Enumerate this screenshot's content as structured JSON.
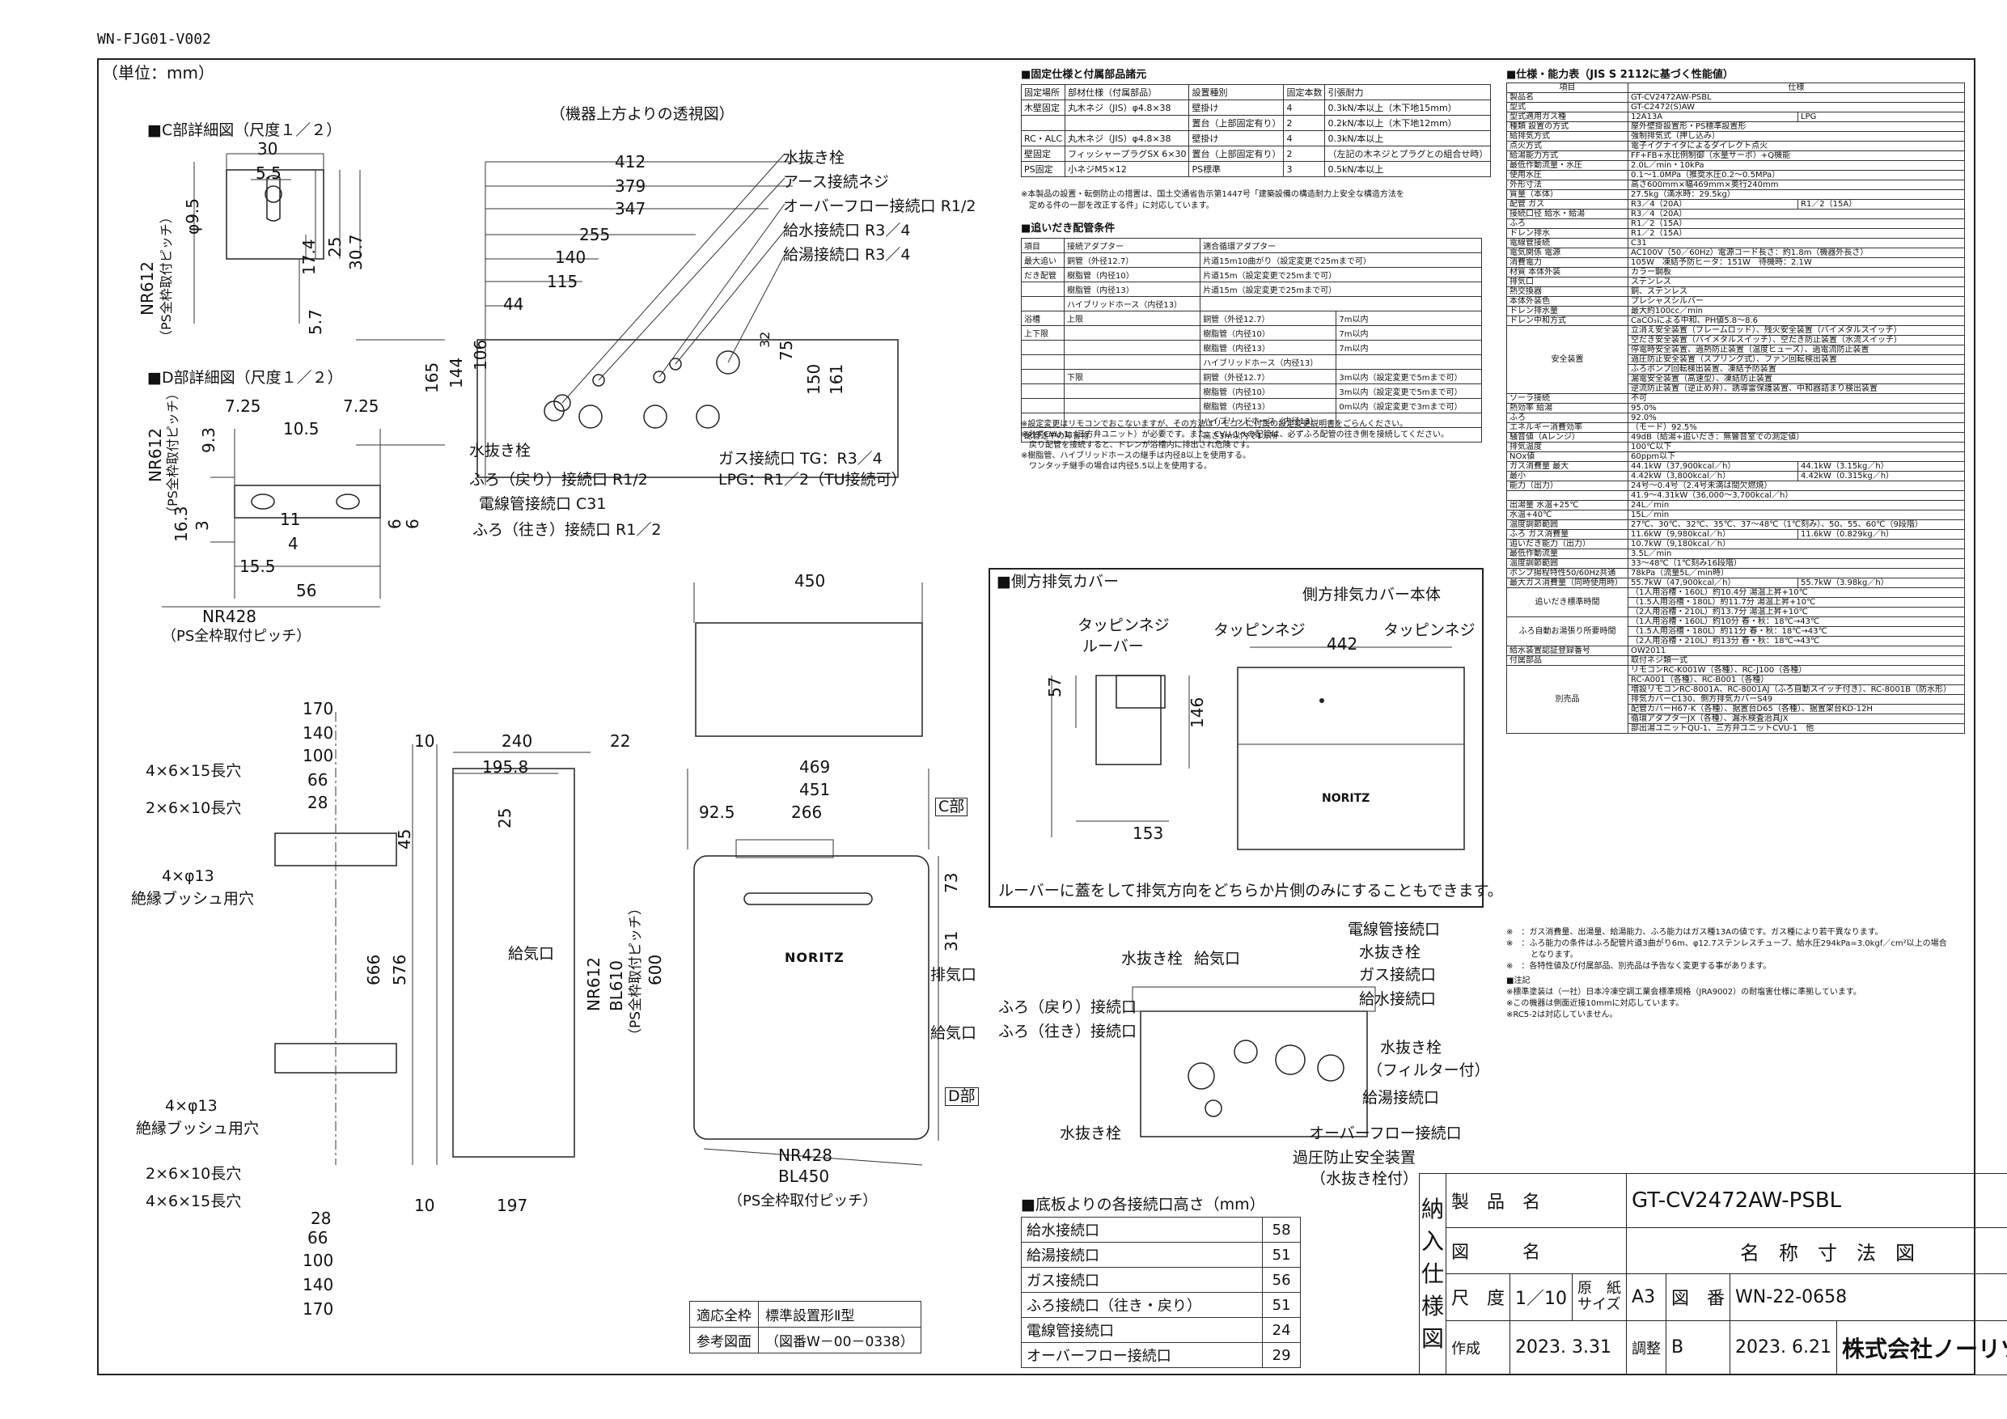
{
  "doc_code": "WN-FJG01-V002",
  "unit_note": "（単位：mm）",
  "perspective_title": "（機器上方よりの透視図）",
  "c_detail": {
    "title": "■C部詳細図（尺度１／２）",
    "dims": [
      "30",
      "5.5",
      "φ9.5",
      "17.4",
      "25",
      "30.7",
      "5.7"
    ],
    "pitch": "NR612",
    "pitch_note": "（PS全枠取付ピッチ）"
  },
  "d_detail": {
    "title": "■D部詳細図（尺度１／２）",
    "dims": [
      "7.25",
      "7.25",
      "10.5",
      "9.3",
      "16.3",
      "3",
      "11",
      "4",
      "15.5",
      "6",
      "6",
      "56"
    ],
    "pitch": "NR612",
    "pitch_note": "（PS全枠取付ピッチ）",
    "bottom_pitch": "NR428",
    "bottom_note": "（PS全枠取付ピッチ）"
  },
  "top_view": {
    "dims_h": [
      "412",
      "379",
      "347",
      "255",
      "140",
      "115",
      "44"
    ],
    "dims_v": [
      "165",
      "144",
      "106",
      "32",
      "75",
      "150",
      "161"
    ],
    "labels": [
      "水抜き栓",
      "アース接続ネジ",
      "オーバーフロー接続口 R1/2",
      "給水接続口 R3／4",
      "給湯接続口 R3／4",
      "水抜き栓",
      "ふろ（戻り）接続口 R1/2",
      "電線管接続口 C31",
      "ふろ（往き）接続口 R1／2",
      "ガス接続口 TG：R3／4",
      "LPG：R1／2（TU接続可）"
    ]
  },
  "front": {
    "dims": [
      "450",
      "469",
      "451",
      "92.5",
      "266",
      "73",
      "31",
      "600"
    ],
    "labels": [
      "C部",
      "排気口",
      "給気口",
      "D部"
    ],
    "brand": "NORITZ",
    "bottom_pitch_a": "NR428",
    "bottom_pitch_b": "BL450",
    "bottom_note": "（PS全枠取付ピッチ）"
  },
  "side": {
    "dims_top": [
      "10",
      "240",
      "22",
      "195.8",
      "25",
      "45"
    ],
    "dims_v": [
      "666",
      "576"
    ],
    "pitch_a": "NR612",
    "pitch_b": "BL610",
    "pitch_note": "（PS全枠取付ピッチ）",
    "label": "給気口",
    "dims_bottom": [
      "10",
      "197"
    ]
  },
  "bracket": {
    "dims_top": [
      "170",
      "140",
      "100",
      "66",
      "28"
    ],
    "labels_top": [
      "4×6×15長穴",
      "2×6×10長穴",
      "4×φ13",
      "絶縁ブッシュ用穴"
    ],
    "labels_bottom": [
      "4×φ13",
      "絶縁ブッシュ用穴",
      "2×6×10長穴",
      "4×6×15長穴"
    ],
    "dims_bottom": [
      "28",
      "66",
      "100",
      "140",
      "170"
    ]
  },
  "fixing": {
    "title": "■固定仕様と付属部品諸元",
    "headers": [
      "固定場所",
      "部材仕様（付属部品）",
      "設置種別",
      "固定本数",
      "引張耐力"
    ],
    "rows": [
      [
        "木壁固定",
        "丸木ネジ（JIS）φ4.8×38",
        "壁掛け",
        "4",
        "0.3kN/本以上（木下地15mm）"
      ],
      [
        "",
        "",
        "置台（上部固定有り）",
        "2",
        "0.2kN/本以上（木下地12mm）"
      ],
      [
        "RC・ALC",
        "丸木ネジ（JIS）φ4.8×38",
        "壁掛け",
        "4",
        "0.3kN/本以上"
      ],
      [
        "壁固定",
        "フィッシャープラグSX 6×30",
        "置台（上部固定有り）",
        "2",
        "（左記の木ネジとプラグとの組合せ時）"
      ],
      [
        "PS固定",
        "小ネジM5×12",
        "PS標準",
        "3",
        "0.5kN/本以上"
      ]
    ],
    "note1": "※本製品の設置・転倒防止の措置は、国土交通省告示第1447号「建築設備の構造耐力上安全な構造方法を",
    "note2": "定める件の一部を改正する件」に対応しています。"
  },
  "oidaki": {
    "title": "■追いだき配管条件",
    "headers": [
      "項目",
      "接続アダプター",
      "適合循環アダプター"
    ],
    "rows": [
      [
        "最大追い",
        "銅管（外径12.7）",
        "片道15m10曲がり（設定変更で25mまで可）"
      ],
      [
        "だき配管",
        "樹脂管（内径10）",
        "片道15m（設定変更で25mまで可）"
      ],
      [
        "",
        "樹脂管（内径13）",
        "片道15m（設定変更で25mまで可）"
      ],
      [
        "",
        "ハイブリッドホース（内径13）",
        ""
      ],
      [
        "浴槽",
        "上限",
        "銅管（外径12.7）",
        "7m以内"
      ],
      [
        "上下限",
        "",
        "樹脂管（内径10）",
        "7m以内"
      ],
      [
        "",
        "",
        "樹脂管（内径13）",
        "7m以内"
      ],
      [
        "",
        "",
        "ハイブリッドホース（内径13）",
        ""
      ],
      [
        "",
        "下限",
        "銅管（外径12.7）",
        "3m以内（設定変更で5mまで可）"
      ],
      [
        "",
        "",
        "樹脂管（内径10）",
        "3m以内（設定変更で5mまで可）"
      ],
      [
        "",
        "",
        "樹脂管（内径13）",
        "0m以内（設定変更で3mまで可）"
      ],
      [
        "",
        "",
        "ハイブリッドホース（内径13）",
        ""
      ],
      [
        "配管途中の障害物",
        "",
        "高さ3m以内で1ヵ所"
      ]
    ],
    "notes": [
      "※設定変更はリモコンでおこないますが、その方法はリモコンに付属の設定変更説明書をごらんください。",
      "※必ずCVU-1（三方弁ユニット）が必要です。また、CVU-1への配管は、必ずふろ配管の往き側を接続してください。",
      "　戻り配管を接続すると、ドレンが浴槽内に排出され危険です。",
      "※樹脂管、ハイブリッドホースの継手は内径8以上を使用する。",
      "　ワンタッチ継手の場合は内径5.5以上を使用する。"
    ]
  },
  "exhaust": {
    "title": "■側方排気カバー",
    "labels": [
      "タッピンネジ",
      "ルーバー",
      "タッピンネジ",
      "側方排気カバー本体",
      "タッピンネジ"
    ],
    "dims": [
      "57",
      "146",
      "153",
      "442"
    ],
    "brand": "NORITZ",
    "caption": "ルーバーに蓋をして排気方向をどちらか片側のみにすることもできます。"
  },
  "bottom_view": {
    "labels_left": [
      "水抜き栓",
      "給気口",
      "ふろ（戻り）接続口",
      "ふろ（往き）接続口",
      "水抜き栓"
    ],
    "labels_right": [
      "電線管接続口",
      "水抜き栓",
      "ガス接続口",
      "給水接続口",
      "水抜き栓",
      "（フィルター付）",
      "給湯接続口",
      "オーバーフロー接続口",
      "過圧防止安全装置",
      "（水抜き栓付）"
    ]
  },
  "heights": {
    "title": "■底板よりの各接続口高さ（mm）",
    "rows": [
      [
        "給水接続口",
        "58"
      ],
      [
        "給湯接続口",
        "51"
      ],
      [
        "ガス接続口",
        "56"
      ],
      [
        "ふろ接続口（往き・戻り）",
        "51"
      ],
      [
        "電線管接続口",
        "24"
      ],
      [
        "オーバーフロー接続口",
        "29"
      ]
    ]
  },
  "reference": {
    "rows": [
      [
        "適応全枠",
        "標準設置形Ⅱ型"
      ],
      [
        "参考図面",
        "（図番W－00－0338）"
      ]
    ]
  },
  "spec": {
    "title": "■仕様・能力表（JIS S 2112に基づく性能値）",
    "header": [
      "項目",
      "仕様"
    ],
    "rows": [
      [
        "製品名",
        "GT-CV2472AW-PSBL"
      ],
      [
        "型式",
        "GT-C2472(S)AW"
      ],
      [
        "型式適用ガス種",
        "12A13A",
        "LPG"
      ],
      [
        "種類 設置の方式",
        "屋外壁掛設置形・PS標準設置形"
      ],
      [
        "給排気方式",
        "強制排気式（押し込み）"
      ],
      [
        "点火方式",
        "電子イグナイタによるダイレクト点火"
      ],
      [
        "給湯能力方式",
        "FF+FB+水比例制御（水量サーボ）+Q機能"
      ],
      [
        "最低作動流量・水圧",
        "2.0L／min・10kPa"
      ],
      [
        "使用水圧",
        "0.1〜1.0MPa（推奨水圧0.2〜0.5MPa）"
      ],
      [
        "外形寸法",
        "高さ600mm×幅469mm×奥行240mm"
      ],
      [
        "質量（本体）",
        "27.5kg（満水時：29.5kg）"
      ],
      [
        "配管 ガス",
        "R3／4（20A）",
        "R1／2（15A）"
      ],
      [
        "接続口径 給水・給湯",
        "R3／4（20A）"
      ],
      [
        "ふろ",
        "R1／2（15A）"
      ],
      [
        "ドレン排水",
        "R1／2（15A）"
      ],
      [
        "電線管接続",
        "C31"
      ],
      [
        "電気関係 電源",
        "AC100V（50／60Hz）電源コード長さ：約1.8m（機器外長さ）"
      ],
      [
        "消費電力",
        "105W　凍結予防ヒータ：151W　待機時：2.1W"
      ],
      [
        "材質 本体外装",
        "カラー鋼板"
      ],
      [
        "排気口",
        "ステンレス"
      ],
      [
        "熱交換器",
        "銅、ステンレス"
      ],
      [
        "本体外装色",
        "プレシャスシルバー"
      ],
      [
        "ドレン排水量",
        "最大約100cc／min"
      ],
      [
        "ドレン中和方式",
        "CaCO₃による中和、PH値5.8〜8.6"
      ]
    ],
    "safety_label": "安全装置",
    "safety": [
      "立消え安全装置（フレームロッド）、残火安全装置（バイメタルスイッチ）",
      "空だき安全装置（バイメタルスイッチ）、空だき防止装置（水流スイッチ）",
      "停電時安全装置、過熱防止装置（温度ヒューズ）、過電流防止装置",
      "過圧防止安全装置（スプリング式）、ファン回転検出装置",
      "ふろポンプ回転検出装置、凍結予防装置",
      "漏電安全装置（高速型）、凍結防止装置",
      "逆流防止装置（逆止め弁）、誘導雷保護装置、中和器詰まり検出装置"
    ],
    "rows2": [
      [
        "ソーラ接続",
        "不可"
      ],
      [
        "熱効率 給湯",
        "95.0%"
      ],
      [
        "ふろ",
        "92.0%"
      ],
      [
        "エネルギー消費効率",
        "（モード）92.5%"
      ],
      [
        "騒音値（Aレンジ）",
        "49dB（給湯+追いだき：無響音室での測定値）"
      ],
      [
        "排気温度",
        "100℃以下"
      ],
      [
        "NOx値",
        "60ppm以下"
      ],
      [
        "ガス消費量 最大",
        "44.1kW（37,900kcal／h）",
        "44.1kW（3.15kg／h）"
      ],
      [
        "最小",
        "4.42kW（3,800kcal／h）",
        "4.42kW（0.315kg／h）"
      ],
      [
        "能力（出力）",
        "24号〜0.4号（2.4号未満は間欠燃焼）"
      ],
      [
        "",
        "41.9〜4.31kW（36,000〜3,700kcal／h）"
      ],
      [
        "出湯量 水温+25℃",
        "24L／min"
      ],
      [
        "水温+40℃",
        "15L／min"
      ],
      [
        "温度調節範囲",
        "27℃、30℃、32℃、35℃、37〜48℃（1℃刻み）、50、55、60℃（9段階）"
      ],
      [
        "ふろ ガス消費量",
        "11.6kW（9,980kcal／h）",
        "11.6kW（0.829kg／h）"
      ],
      [
        "追いだき能力（出力）",
        "10.7kW（9,180kcal／h）"
      ],
      [
        "最低作動流量",
        "3.5L／min"
      ],
      [
        "温度調節範囲",
        "33〜48℃（1℃刻み16段階）"
      ],
      [
        "ポンプ揚程特性50/60Hz共通",
        "78kPa（流量5L／min時）"
      ],
      [
        "最大ガス消費量（同時使用時）",
        "55.7kW（47,900kcal／h）",
        "55.7kW（3.98kg／h）"
      ]
    ],
    "oidaki_time_label": "追いだき標準時間",
    "oidaki_time": [
      "（1人用浴槽・160L）約10.4分 湯温上昇+10℃",
      "（1.5人用浴槽・180L）約11.7分 湯温上昇+10℃",
      "（2人用浴槽・210L）約13.7分 湯温上昇+10℃"
    ],
    "auto_time_label": "ふろ自動お湯張り所要時間",
    "auto_time": [
      "（1人用浴槽・160L）約10分 春・秋：18℃→43℃",
      "（1.5人用浴槽・180L）約11分 春・秋：18℃→43℃",
      "（2人用浴槽・210L）約13分 春・秋：18℃→43℃"
    ],
    "rows3": [
      [
        "給水装置認証登録番号",
        "OW2011"
      ],
      [
        "付属部品",
        "取付ネジ類一式"
      ]
    ],
    "options_label": "別売品",
    "options": [
      "リモコンRC-K001W（各種）、RC-J100（各種）",
      "RC-A001（各種）、RC-B001（各種）",
      "増設リモコンRC-8001A、RC-8001AJ（ふろ自動スイッチ付き）、RC-8001B（防水形）",
      "排気カバーC130、側方排気カバーS49",
      "配管カバーH67-K（各種）、据置台D65（各種）、据置架台KD-12H",
      "循環アダプターJX（各種）、漏水検査治具JX",
      "部出湯ユニットQU-1、三方弁ユニットCVU-1　他"
    ],
    "notes": [
      "※　：ガス消費量、出湯量、給湯能力、ふろ能力はガス種13Aの値です。ガス種により若干異なります。",
      "※　：ふろ能力の条件はふろ配管片道3曲がり6m、φ12.7ステンレスチューブ、給水圧294kPa=3.0kgf／cm²以上の場合",
      "　　　となります。",
      "※　：各特性値及び付属部品、別売品は予告なく変更する事があります。"
    ],
    "chu_title": "■注記",
    "chu": [
      "※標準塗装は（一社）日本冷凍空調工業会標準規格（JRA9002）の耐塩害仕様に準拠しています。",
      "※この機器は側面近接10mmに対応しています。",
      "※RC5-2は対応していません。"
    ]
  },
  "titleblock": {
    "vertical": [
      "納",
      "入",
      "仕",
      "様",
      "図"
    ],
    "product_label": "製　品　名",
    "product": "GT-CV2472AW-PSBL",
    "drawing_label": "図　　　名",
    "drawing": "名　称　寸　法　図",
    "scale_label": "尺　度",
    "scale": "1／10",
    "paper_label": "原　紙",
    "paper_label2": "サイズ",
    "paper": "A3",
    "no_label": "図　番",
    "no": "WN-22-0658",
    "made_label": "作成",
    "made": "2023. 3.31",
    "adj_label": "調整",
    "adj_code": "B",
    "adj": "2023. 6.21",
    "company": "株式会社ノーリツ"
  }
}
